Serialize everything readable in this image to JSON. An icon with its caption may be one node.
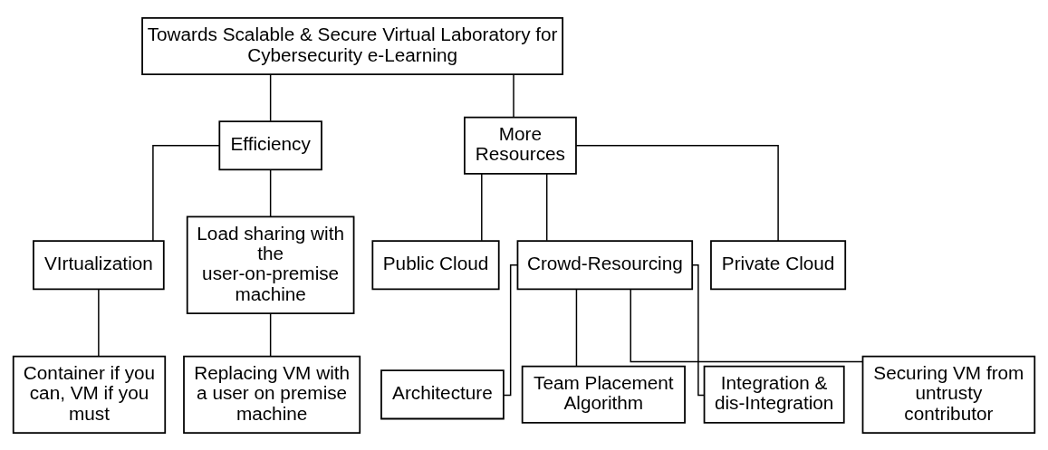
{
  "diagram": {
    "nodes": [
      {
        "text": [
          "Towards Scalable & Secure Virtual Laboratory for Cybersecurity e-Learning"
        ]
      },
      {
        "text": [
          "Efficiency"
        ]
      },
      {
        "text": [
          "More Resources"
        ]
      },
      {
        "text": [
          "VIrtualization"
        ]
      },
      {
        "text": [
          "Load sharing with the user-on-premise machine"
        ]
      },
      {
        "text": [
          "Public Cloud"
        ]
      },
      {
        "text": [
          "Crowd-Resourcing"
        ]
      },
      {
        "text": [
          "Private Cloud"
        ]
      },
      {
        "text": [
          "Container if you can, VM if you must"
        ]
      },
      {
        "text": [
          "Replacing VM with a user on premise machine"
        ]
      },
      {
        "text": [
          "Architecture"
        ]
      },
      {
        "text": [
          "Team Placement Algorithm"
        ]
      },
      {
        "text": [
          "Integration & dis-Integration"
        ]
      },
      {
        "text": [
          "Securing VM from untrusty contributor"
        ]
      }
    ],
    "edges": [
      {
        "from": 0,
        "to": 1,
        "arrow": "none"
      },
      {
        "from": 0,
        "to": 2,
        "arrow": "none"
      },
      {
        "from": 1,
        "to": 3,
        "arrow": "none"
      },
      {
        "from": 1,
        "to": 4,
        "arrow": "none"
      },
      {
        "from": 2,
        "to": 5,
        "arrow": "none"
      },
      {
        "from": 2,
        "to": 6,
        "arrow": "none"
      },
      {
        "from": 2,
        "to": 7,
        "arrow": "none"
      },
      {
        "from": 3,
        "to": 8,
        "arrow": "none"
      },
      {
        "from": 4,
        "to": 9,
        "arrow": "none"
      },
      {
        "from": 6,
        "to": 10,
        "arrow": "none"
      },
      {
        "from": 6,
        "to": 11,
        "arrow": "none"
      },
      {
        "from": 6,
        "to": 12,
        "arrow": "none"
      },
      {
        "from": 6,
        "to": 13,
        "arrow": "none"
      }
    ]
  }
}
